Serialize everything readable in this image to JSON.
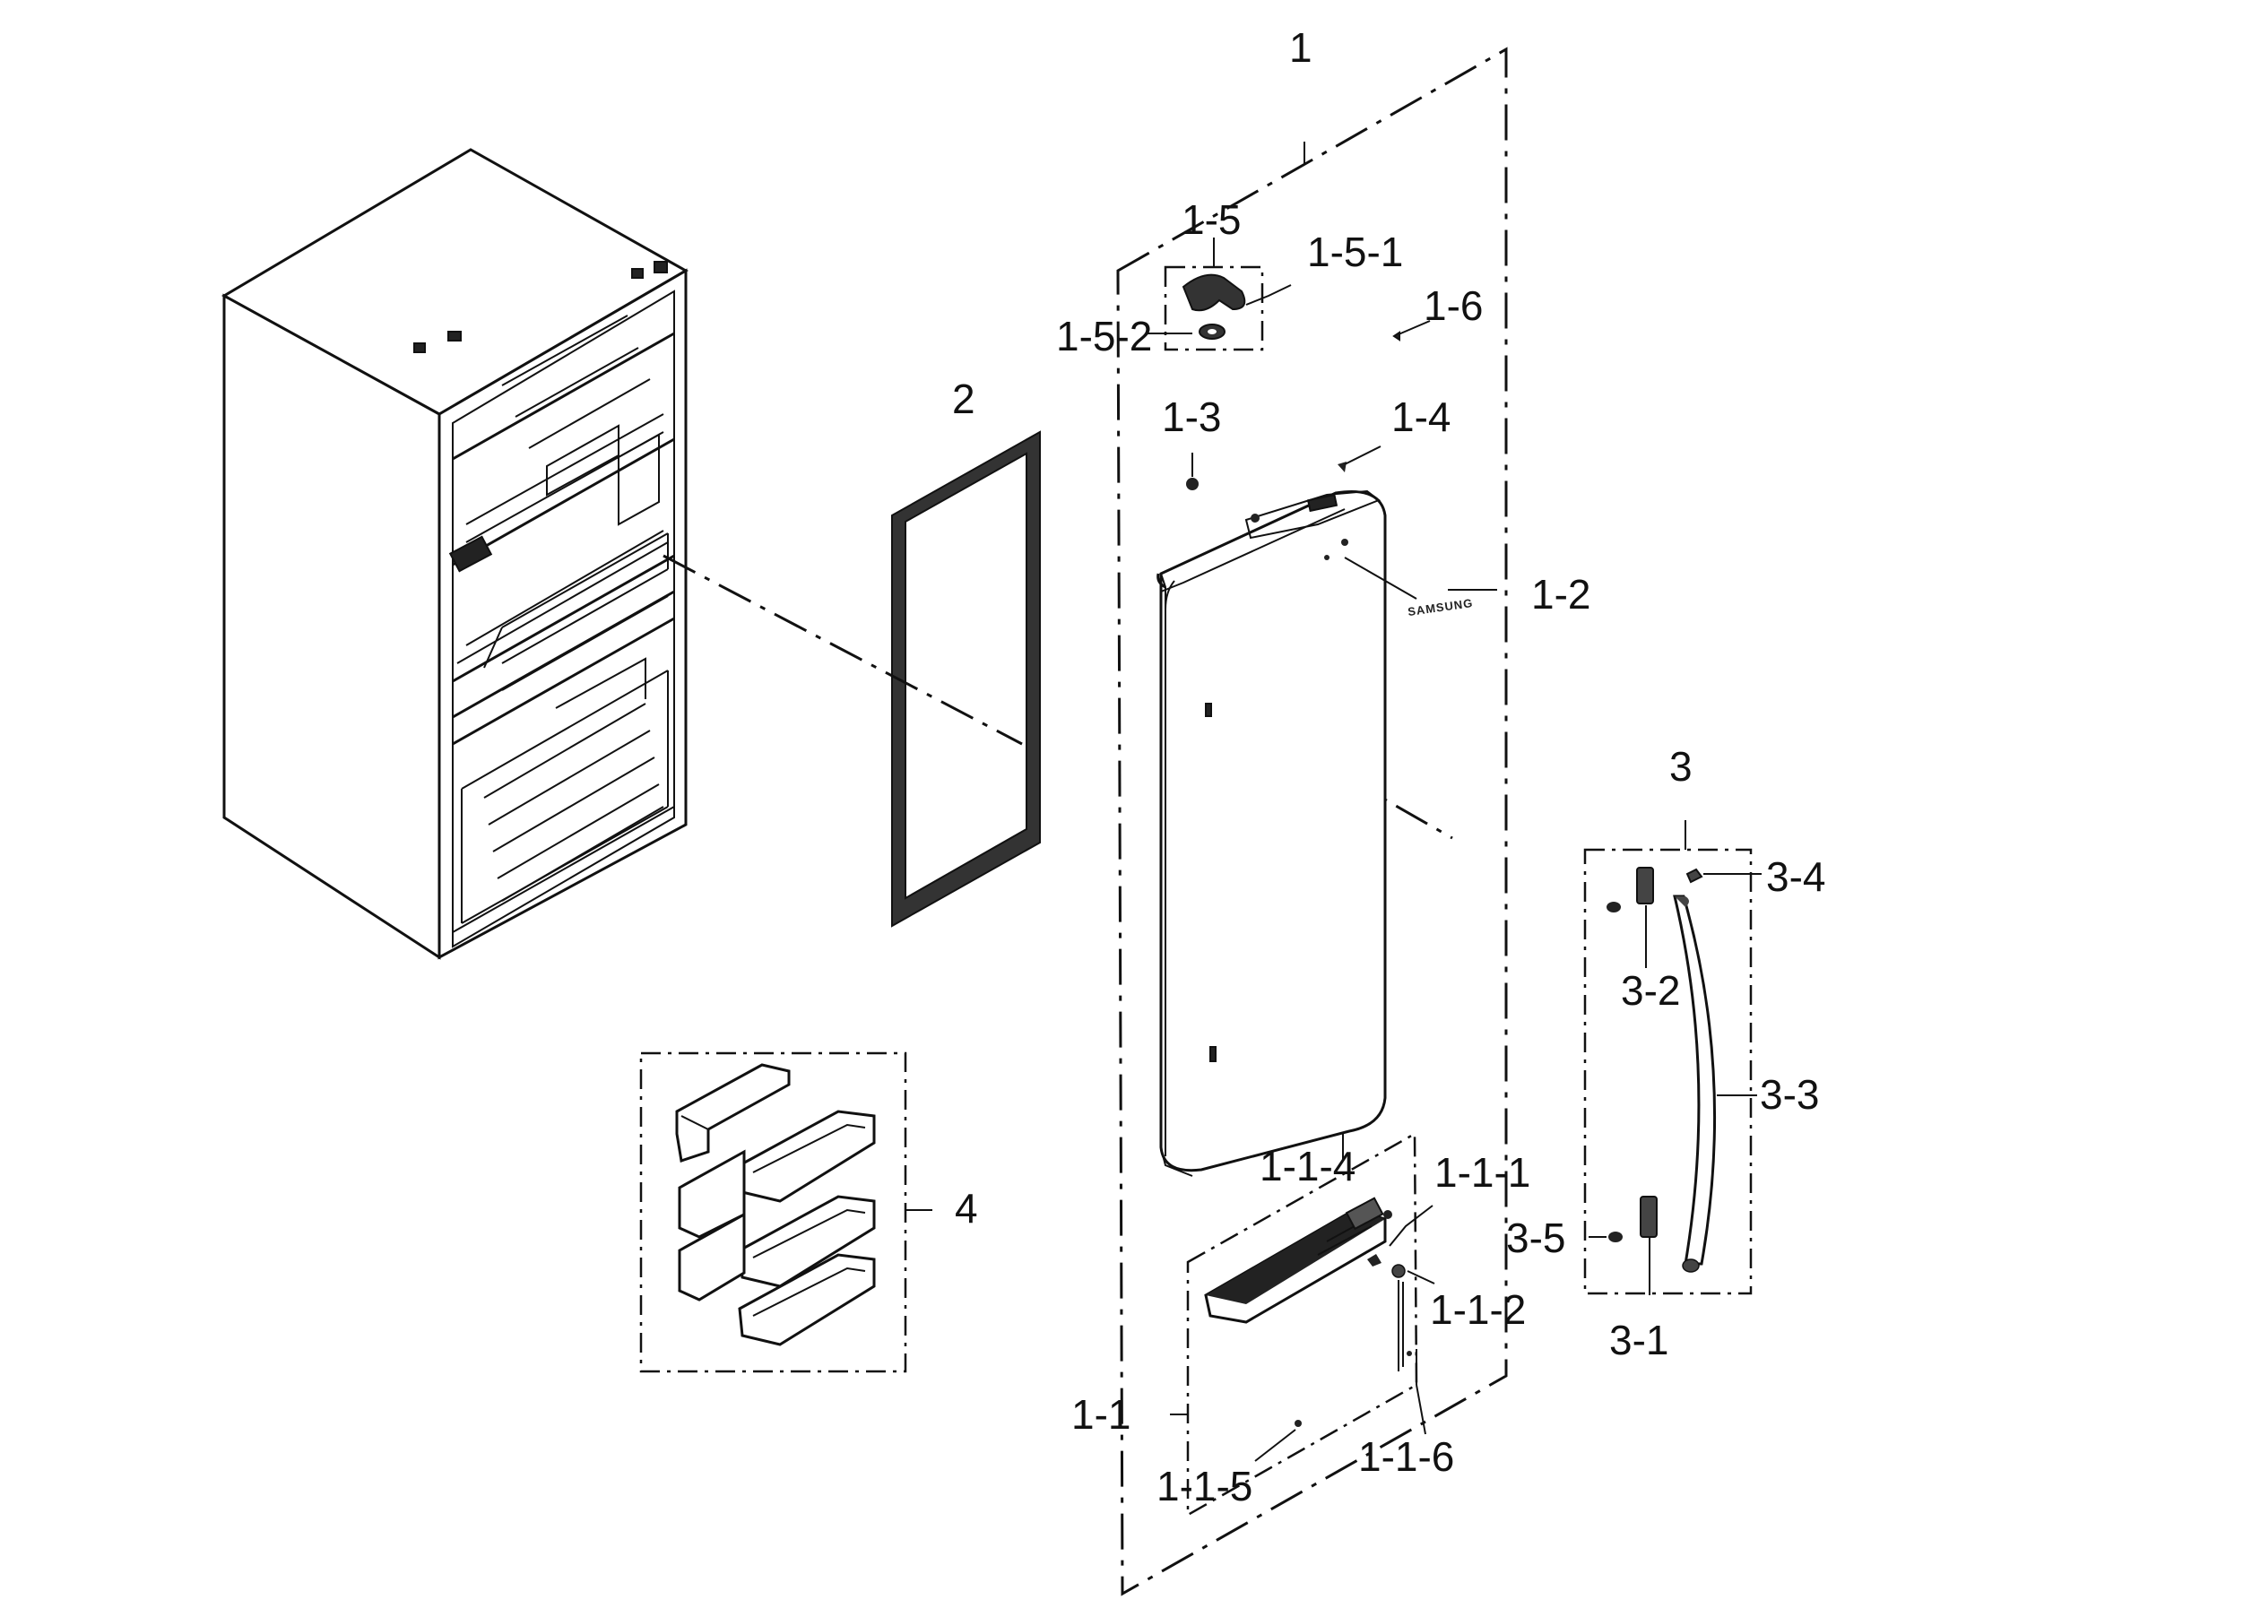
{
  "diagram": {
    "brand_mark": "SAMSUNG",
    "callouts": {
      "c1": "1",
      "c1_5": "1-5",
      "c1_5_1": "1-5-1",
      "c1_5_2": "1-5-2",
      "c1_6": "1-6",
      "c2": "2",
      "c1_3": "1-3",
      "c1_4": "1-4",
      "c1_2": "1-2",
      "c3": "3",
      "c3_4": "3-4",
      "c3_2": "3-2",
      "c3_3": "3-3",
      "c4": "4",
      "c1_1_4": "1-1-4",
      "c1_1_1": "1-1-1",
      "c3_5": "3-5",
      "c3_1": "3-1",
      "c1_1_2": "1-1-2",
      "c1_1": "1-1",
      "c1_1_5": "1-1-5",
      "c1_1_6": "1-1-6"
    }
  }
}
